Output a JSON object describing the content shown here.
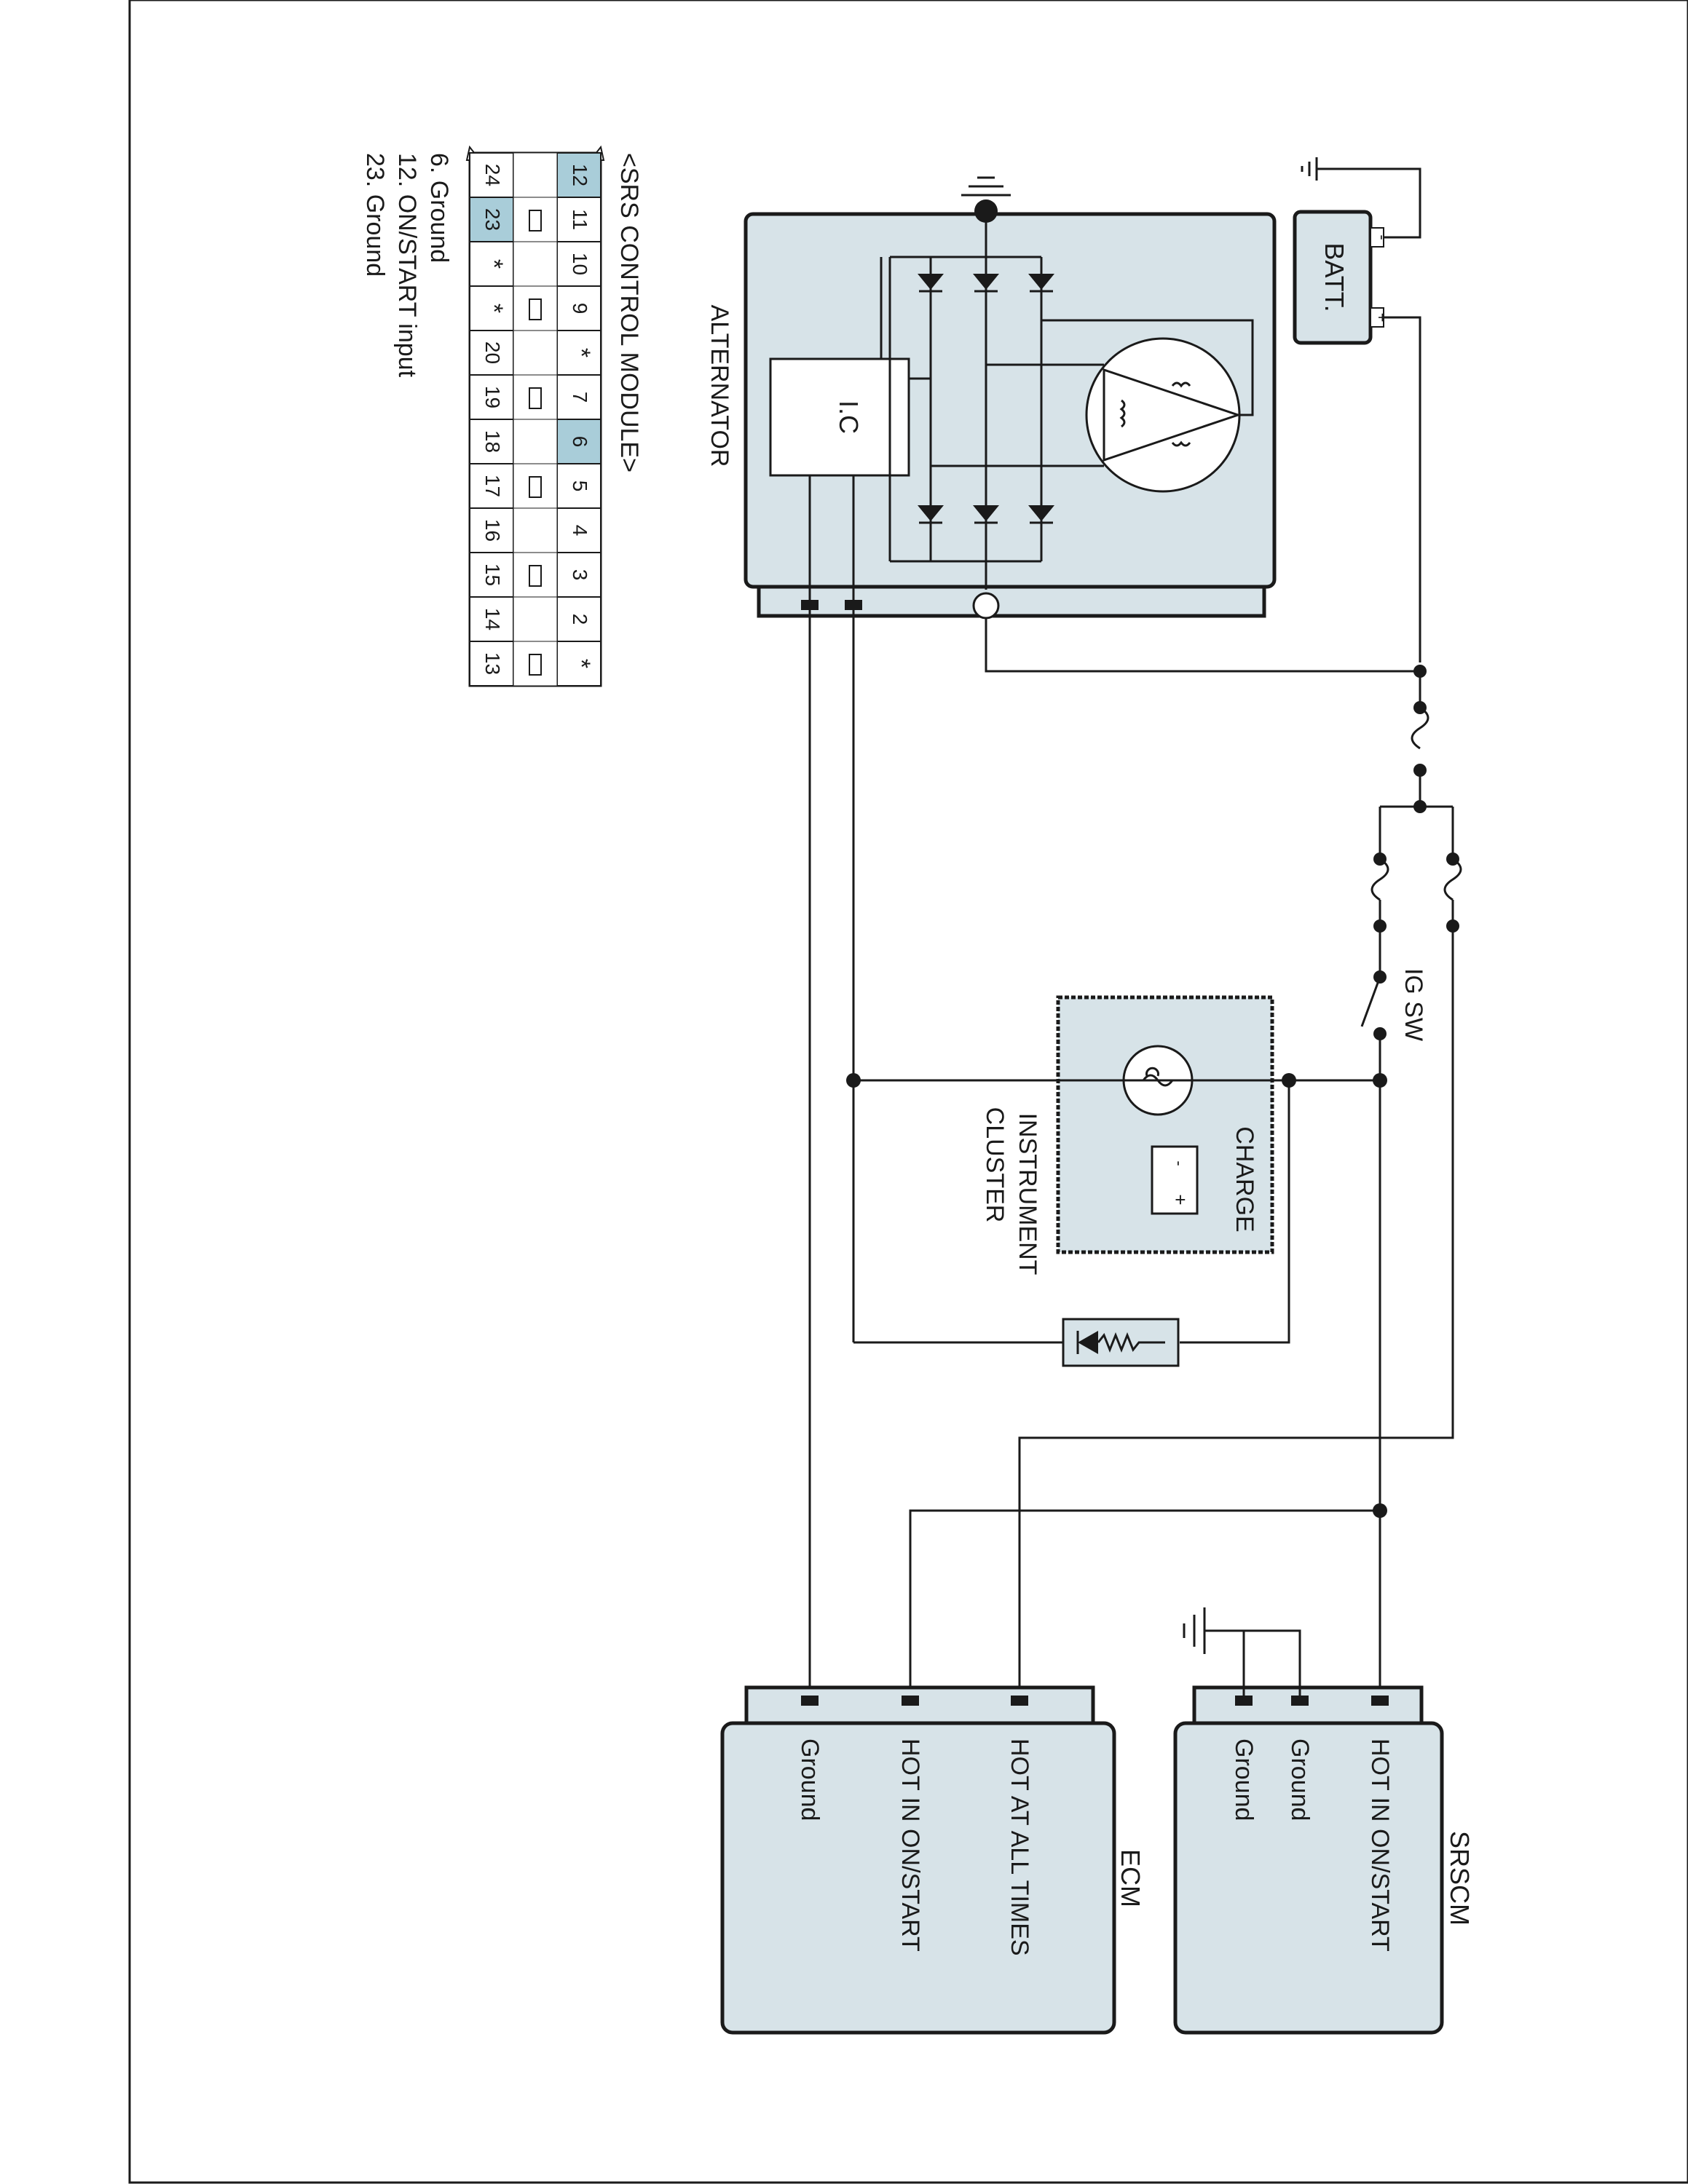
{
  "srs_control_module": {
    "title": "<SRS CONTROL MODULE>",
    "legend": [
      "6. Ground",
      "12. ON/START input",
      "23. Ground"
    ],
    "connector_top_row": [
      "12",
      "11",
      "10",
      "9",
      "*",
      "7",
      "6",
      "5",
      "4",
      "3",
      "2",
      "*"
    ],
    "connector_bottom_row": [
      "24",
      "23",
      "*",
      "*",
      "20",
      "19",
      "18",
      "17",
      "16",
      "15",
      "14",
      "13"
    ],
    "highlighted_pins": [
      "12",
      "6",
      "23"
    ],
    "star": "*",
    "highlight_color": "#a9cdd9"
  },
  "components": {
    "battery": "BATT.",
    "battery_minus": "-",
    "battery_plus": "+",
    "alternator": "ALTERNATOR",
    "ic": "I.C",
    "ig_switch": "IG SW",
    "cluster_name": "INSTRUMENT",
    "cluster_name2": "CLUSTER",
    "charge_lamp": "CHARGE"
  },
  "srscm": {
    "title": "SRSCM",
    "pins": [
      "HOT IN ON/START",
      "Ground",
      "Ground"
    ]
  },
  "ecm": {
    "title": "ECM",
    "pins": [
      "HOT AT ALL TIMES",
      "HOT IN ON/START",
      "Ground"
    ]
  },
  "colors": {
    "box_fill": "#d7e3e8",
    "line": "#1a1a1a"
  }
}
